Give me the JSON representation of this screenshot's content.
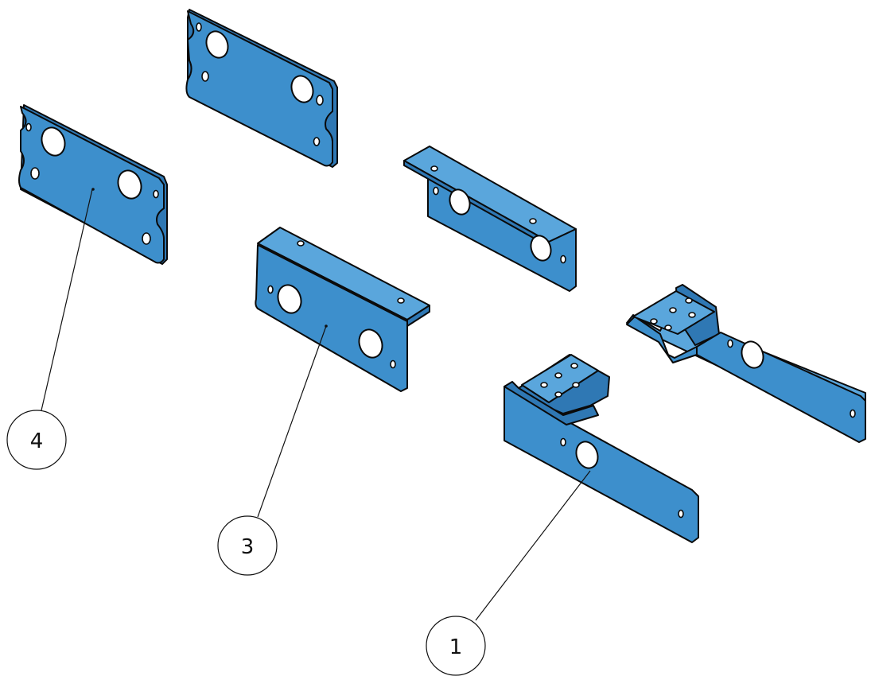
{
  "diagram": {
    "colors": {
      "part_fill": "#3d8fcc",
      "part_shade": "#2f78b4",
      "part_highlight": "#5aa6dc",
      "outline": "#0a0a0a",
      "background": "#ffffff"
    },
    "balloons": [
      {
        "id": "balloon-4",
        "label": "4"
      },
      {
        "id": "balloon-3",
        "label": "3"
      },
      {
        "id": "balloon-1",
        "label": "1"
      }
    ]
  }
}
